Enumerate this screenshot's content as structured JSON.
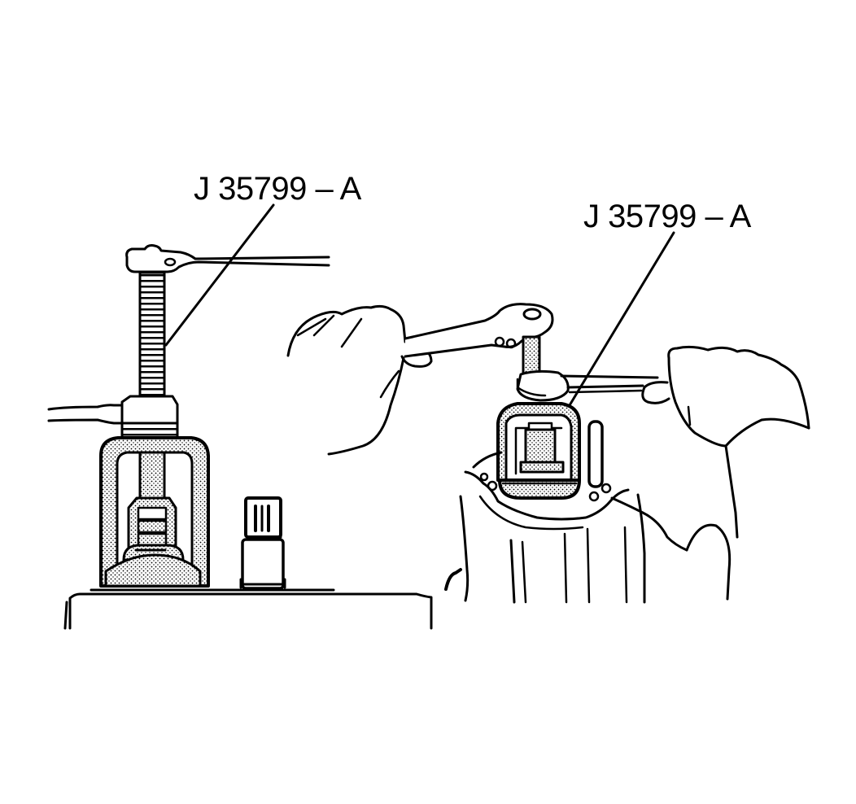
{
  "figure": {
    "type": "technical-illustration",
    "style": "black line art with stippled shading",
    "colors": {
      "line": "#000000",
      "background": "#ffffff"
    },
    "callouts": [
      {
        "id": "left",
        "label": "J 35799 – A",
        "points_to": "threaded forcing screw of puller on left assembly"
      },
      {
        "id": "right",
        "label": "J 35799 – A",
        "points_to": "puller body on right assembly"
      }
    ],
    "scenes": [
      {
        "id": "left-view",
        "description": "Puller tool installed on housing, with wrench on forcing screw head and second wrench on nut; splined shaft beside puller"
      },
      {
        "id": "right-view",
        "description": "Hands holding two wrenches turning puller installed on transmission extension housing"
      }
    ]
  }
}
